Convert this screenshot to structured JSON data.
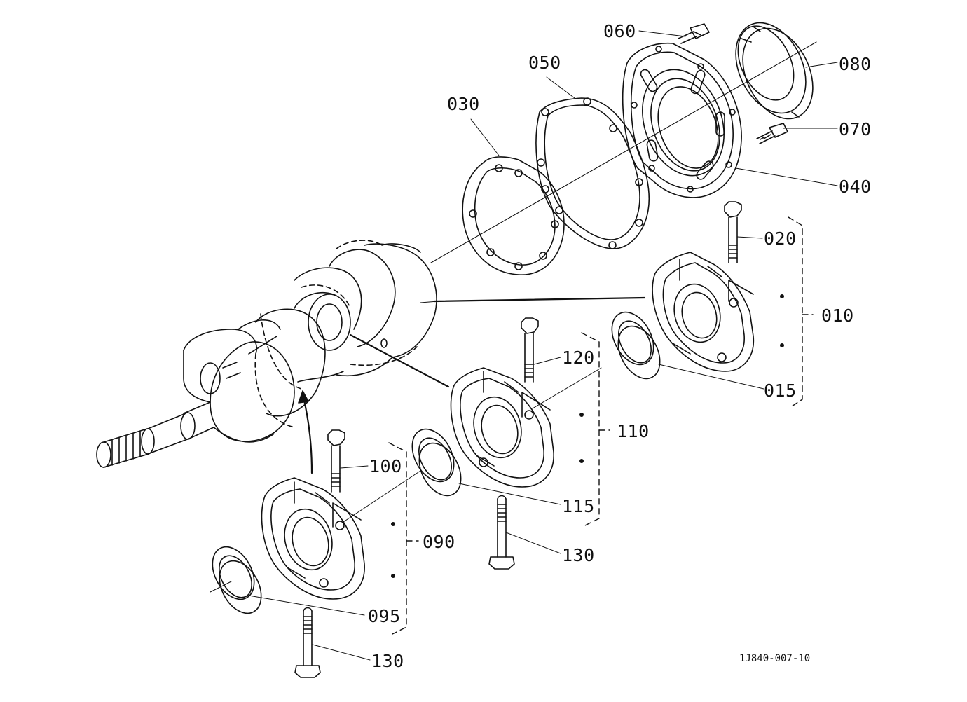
{
  "diagram": {
    "callouts": [
      {
        "id": "c010",
        "text": "010"
      },
      {
        "id": "c015",
        "text": "015"
      },
      {
        "id": "c020",
        "text": "020"
      },
      {
        "id": "c030",
        "text": "030"
      },
      {
        "id": "c040",
        "text": "040"
      },
      {
        "id": "c050",
        "text": "050"
      },
      {
        "id": "c060",
        "text": "060"
      },
      {
        "id": "c070",
        "text": "070"
      },
      {
        "id": "c080",
        "text": "080"
      },
      {
        "id": "c090",
        "text": "090"
      },
      {
        "id": "c095",
        "text": "095"
      },
      {
        "id": "c100",
        "text": "100"
      },
      {
        "id": "c110",
        "text": "110"
      },
      {
        "id": "c115",
        "text": "115"
      },
      {
        "id": "c120",
        "text": "120"
      },
      {
        "id": "c130a",
        "text": "130"
      },
      {
        "id": "c130b",
        "text": "130"
      }
    ],
    "reference_code": "1J840-007-10"
  }
}
